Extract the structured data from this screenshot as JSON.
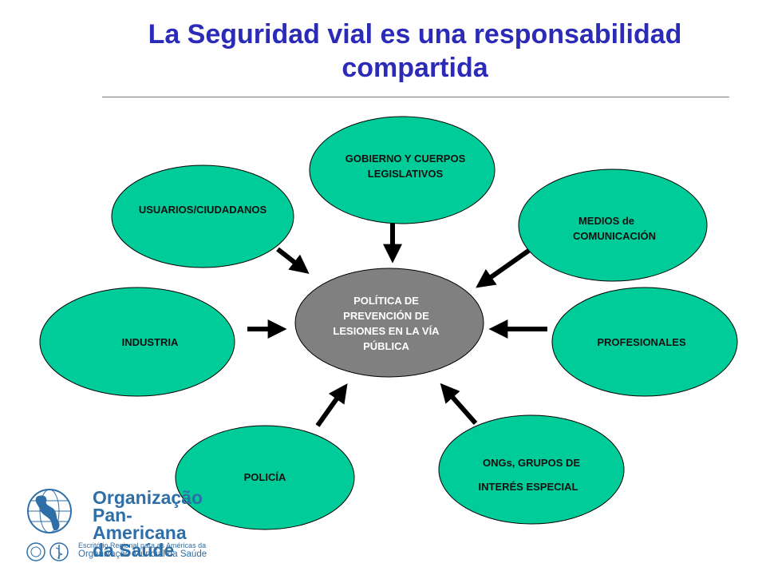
{
  "title": "La Seguridad vial es una responsabilidad compartida",
  "diagram": {
    "center": {
      "line1": "POLÍTICA DE",
      "line2": "PREVENCIÓN DE",
      "line3": "LESIONES EN LA VÍA",
      "line4": "PÚBLICA"
    },
    "nodes": {
      "usuarios": "USUARIOS/CIUDADANOS",
      "gobierno_line1": "GOBIERNO Y CUERPOS",
      "gobierno_line2": "LEGISLATIVOS",
      "medios_line1": "MEDIOS de",
      "medios_line2": "COMUNICACIÓN",
      "industria": "INDUSTRIA",
      "profesionales": "PROFESIONALES",
      "policia": "POLICÍA",
      "ongs_line1": "ONGs, GRUPOS DE",
      "ongs_line2": "INTERÉS ESPECIAL"
    },
    "colors": {
      "node_fill": "#00cc99",
      "center_fill": "#808080",
      "arrow": "#000000",
      "title": "#2b2bb8"
    }
  },
  "logo": {
    "line1": "Organização",
    "line2": "Pan-Americana",
    "line3": "da Saúde",
    "sub1": "Escritório Regional para as Américas da",
    "sub2": "Organização Mundial da Saúde",
    "color": "#2e6fa8"
  }
}
